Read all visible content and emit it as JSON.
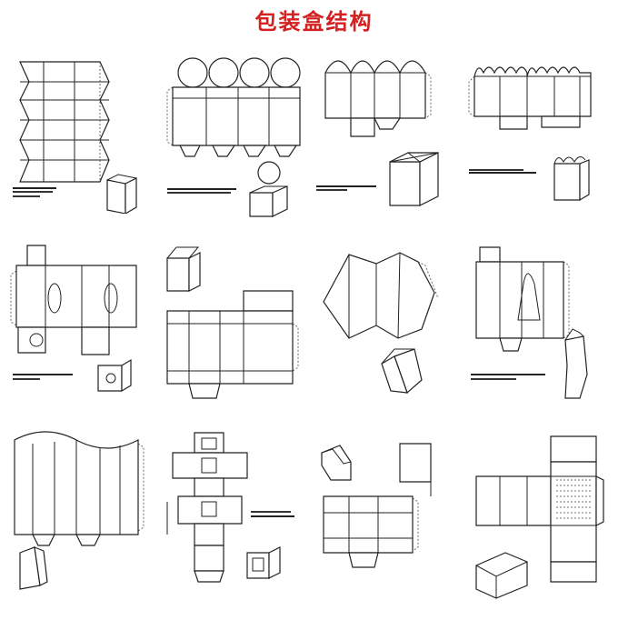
{
  "title": "包装盒结构",
  "colors": {
    "title": "#d42020",
    "line": "#222222",
    "background": "#ffffff"
  },
  "panels": [
    {
      "name": "zigzag-tube-box"
    },
    {
      "name": "four-round-lid-box"
    },
    {
      "name": "four-arch-lid-box"
    },
    {
      "name": "scalloped-top-box"
    },
    {
      "name": "window-tuck-box"
    },
    {
      "name": "straight-tuck-box"
    },
    {
      "name": "tapered-curved-box"
    },
    {
      "name": "gable-top-box"
    },
    {
      "name": "pillow-box"
    },
    {
      "name": "cross-window-box"
    },
    {
      "name": "slanted-lid-box"
    },
    {
      "name": "wrap-display-box"
    }
  ]
}
